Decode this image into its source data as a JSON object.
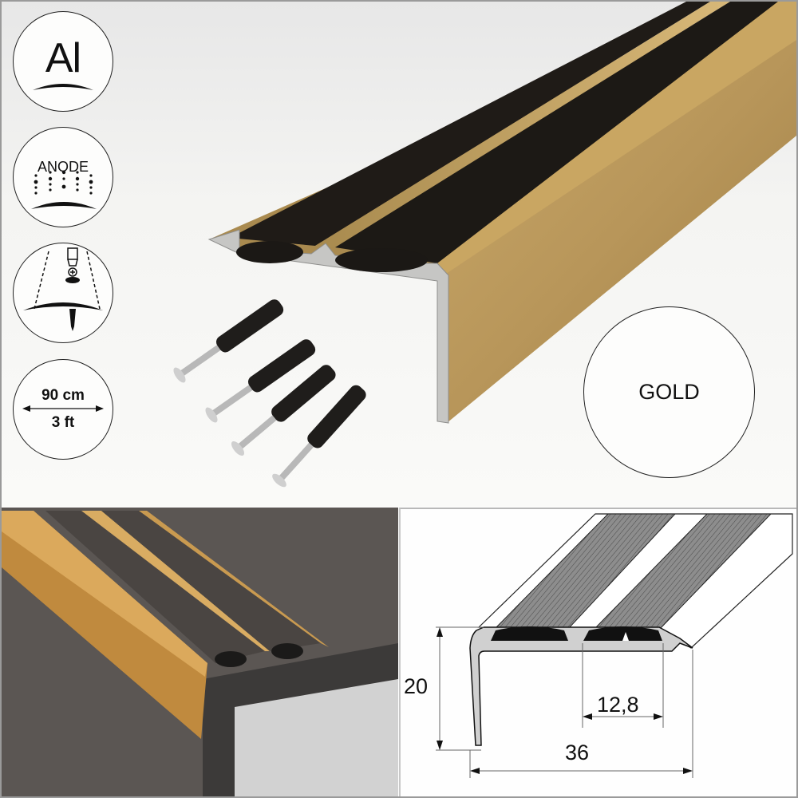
{
  "badges": {
    "material": {
      "label": "Al"
    },
    "finish": {
      "label": "ANODE"
    },
    "installation": {
      "icon": "screw-installation-icon"
    },
    "length": {
      "metric": "90 cm",
      "imperial": "3 ft"
    },
    "color": {
      "label": "GOLD"
    }
  },
  "colors": {
    "gold": "#b9934f",
    "gold_light": "#d6b06a",
    "rubber": "#1e1b18",
    "aluminium": "#c9c9c9",
    "wall": "#5a5552"
  },
  "diagram": {
    "height_label": "20",
    "insert_width_label": "12,8",
    "total_width_label": "36"
  }
}
